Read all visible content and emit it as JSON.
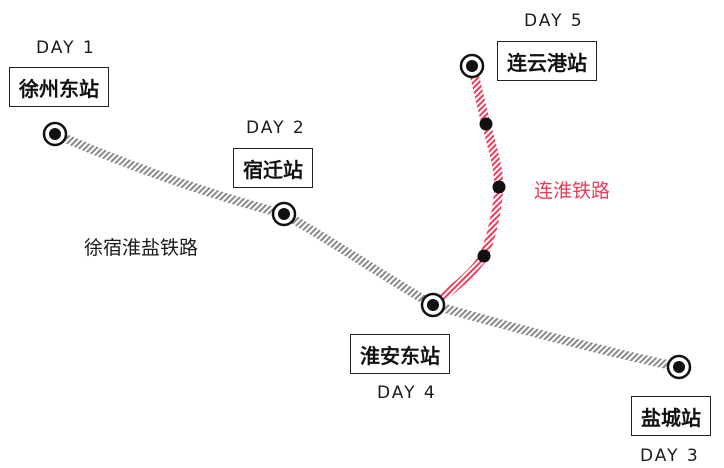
{
  "stations": {
    "xuzhou_east": {
      "name": "徐州东站",
      "day": "DAY 1"
    },
    "suqian": {
      "name": "宿迁站",
      "day": "DAY 2"
    },
    "huaian_east": {
      "name": "淮安东站",
      "day": "DAY 4"
    },
    "lianyungang": {
      "name": "连云港站",
      "day": "DAY 5"
    },
    "yancheng": {
      "name": "盐城站",
      "day": "DAY 3"
    }
  },
  "lines": {
    "xu_su_huai_yan": {
      "name": "徐宿淮盐铁路",
      "color": "#8a8a8a"
    },
    "lian_huai": {
      "name": "连淮铁路",
      "color": "#ee3b5a"
    }
  },
  "colors": {
    "text": "#1a1a1a",
    "marker": "#111111",
    "background": "#ffffff"
  }
}
